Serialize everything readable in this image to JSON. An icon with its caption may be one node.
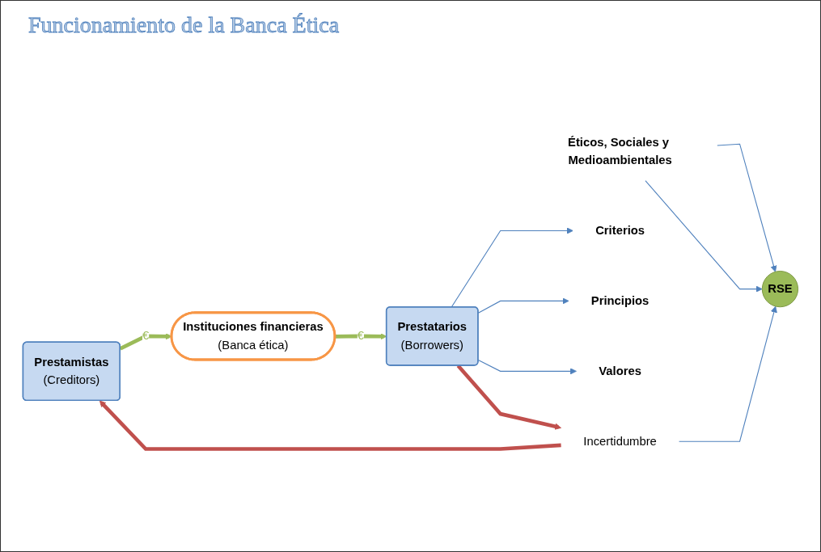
{
  "diagram": {
    "title": "Funcionamiento de la Banca Ética",
    "nodes": [
      {
        "text": [
          "Prestamistas",
          "(Creditors)"
        ]
      },
      {
        "text": [
          "Instituciones financieras",
          "(Banca ética)"
        ]
      },
      {
        "text": [
          "Prestatarios",
          "(Borrowers)"
        ]
      },
      {
        "text": [
          "Incertidumbre"
        ]
      },
      {
        "text": [
          "Criterios"
        ]
      },
      {
        "text": [
          "Principios"
        ]
      },
      {
        "text": [
          "Valores"
        ]
      },
      {
        "text": [
          "Éticos, Sociales y Medioambientales"
        ]
      },
      {
        "text": [
          "RSE"
        ]
      }
    ],
    "edges": [
      {
        "from": 0,
        "to": 1,
        "arrow": "to",
        "label": "€",
        "style": "thick",
        "color": "#9bbb59"
      },
      {
        "from": 1,
        "to": 2,
        "arrow": "to",
        "label": "€",
        "style": "thick",
        "color": "#9bbb59"
      },
      {
        "from": 3,
        "to": 0,
        "arrow": "to",
        "style": "thick",
        "color": "#c0504d"
      },
      {
        "from": 2,
        "to": 3,
        "arrow": "to",
        "style": "thick",
        "color": "#c0504d"
      },
      {
        "from": 2,
        "to": 4,
        "arrow": "to"
      },
      {
        "from": 2,
        "to": 5,
        "arrow": "to"
      },
      {
        "from": 2,
        "to": 6,
        "arrow": "to"
      },
      {
        "from": 7,
        "to": 8,
        "arrow": "to"
      },
      {
        "from": 7,
        "to": 8,
        "arrow": "to"
      },
      {
        "from": 3,
        "to": 8,
        "arrow": "to"
      }
    ]
  }
}
